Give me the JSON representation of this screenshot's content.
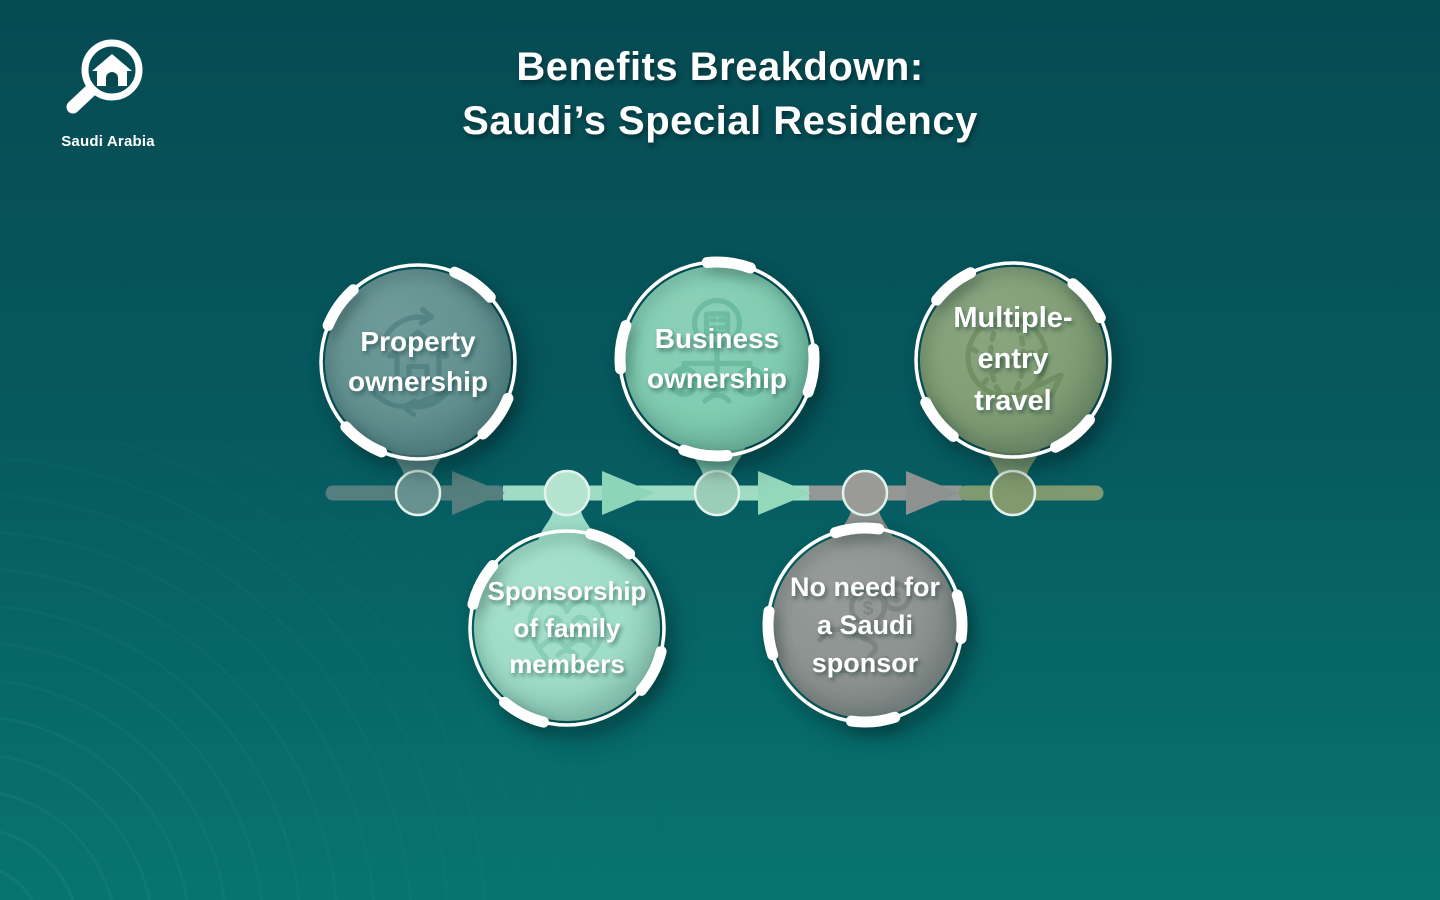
{
  "page": {
    "title_line1": "Benefits Breakdown:",
    "title_line2": "Saudi’s Special Residency"
  },
  "logo": {
    "label": "Saudi Arabia",
    "icon": "house-magnifier-icon"
  },
  "style": {
    "background_top": "#064a52",
    "background_mid": "#065a5f",
    "background_bottom": "#087471",
    "title_color": "#ffffff",
    "ring_color": "#ffffff",
    "label_color": "#ffffff"
  },
  "benefits": [
    {
      "id": "property-ownership",
      "label": "Property\nownership",
      "side": "top",
      "circle_color": "#5f8f8e",
      "icon_color": "#3f7473",
      "icon": "house-hand-icon"
    },
    {
      "id": "business-ownership",
      "label": "Business\nownership",
      "side": "top",
      "circle_color": "#7ecbb0",
      "icon_color": "#55aa8d",
      "icon": "business-structure-icon"
    },
    {
      "id": "multiple-entry-travel",
      "label": "Multiple-\nentry\ntravel",
      "side": "top",
      "circle_color": "#7e9c73",
      "icon_color": "#5e8150",
      "icon": "globe-plane-icon"
    },
    {
      "id": "sponsorship-of-family-members",
      "label": "Sponsorship\nof family\nmembers",
      "side": "bottom",
      "circle_color": "#9cdcc6",
      "icon_color": "#72bfa2",
      "icon": "family-heart-icon"
    },
    {
      "id": "no-saudi-sponsor-needed",
      "label": "No need for\na Saudi\nsponsor",
      "side": "bottom",
      "circle_color": "#8b918e",
      "icon_color": "#6d7471",
      "icon": "money-hand-icon"
    }
  ],
  "timeline": {
    "node_ring_color": "#e2f3ec",
    "segments": [
      {
        "color": "#557f7e"
      },
      {
        "color": "#a0dcc5"
      },
      {
        "color": "#939795"
      },
      {
        "color": "#7f9a71"
      }
    ],
    "arrows": [
      {
        "color": "#557f7e"
      },
      {
        "color": "#8dd5b9"
      },
      {
        "color": "#94d8bc"
      },
      {
        "color": "#8d9291"
      }
    ],
    "nodes": [
      {
        "color": "#679290"
      },
      {
        "color": "#b4e3d0"
      },
      {
        "color": "#9bceb8"
      },
      {
        "color": "#9a9a97"
      },
      {
        "color": "#81996d"
      }
    ]
  }
}
